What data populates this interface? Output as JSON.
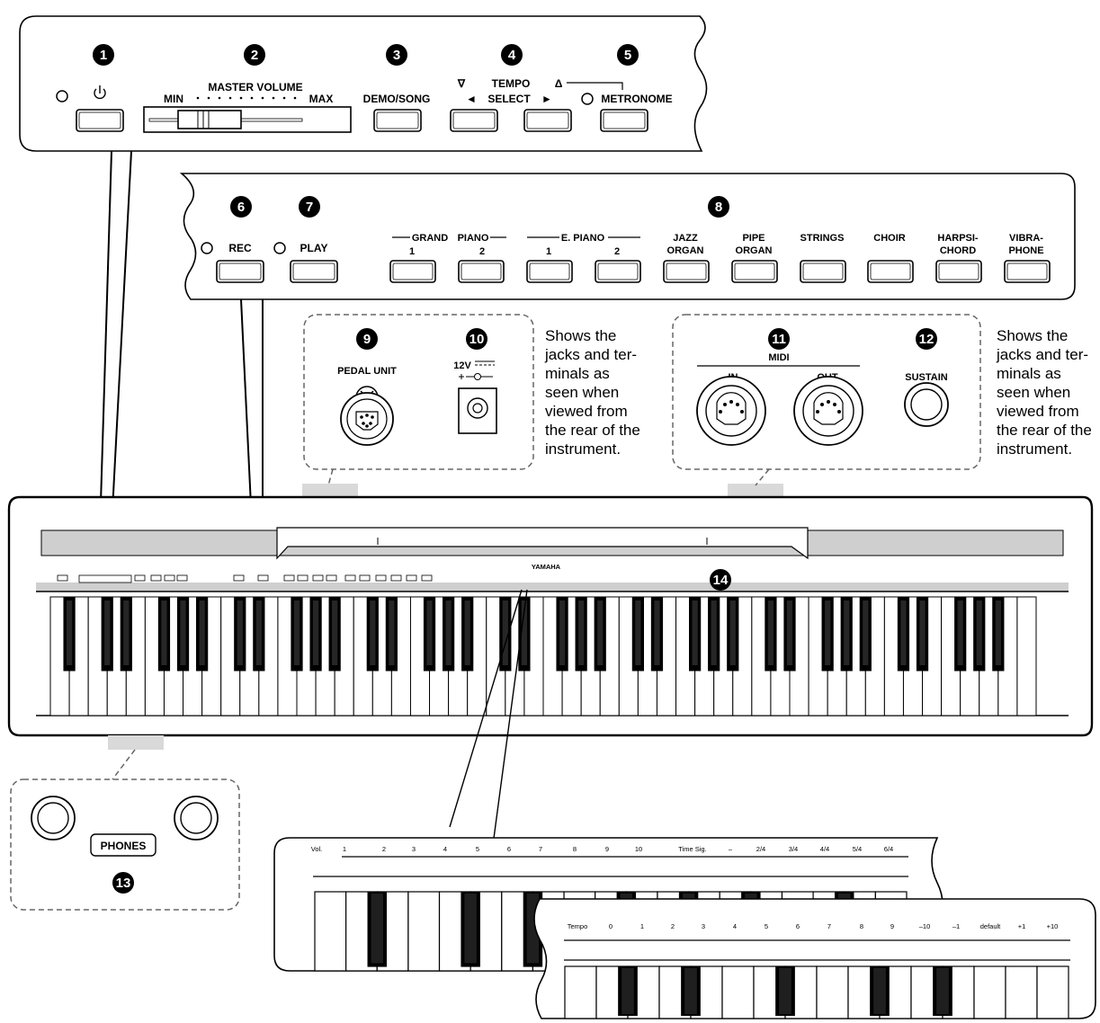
{
  "numbers": [
    "1",
    "2",
    "3",
    "4",
    "5",
    "6",
    "7",
    "8",
    "9",
    "10",
    "11",
    "12",
    "13",
    "14"
  ],
  "top_panel": {
    "master_volume": "MASTER VOLUME",
    "min": "MIN",
    "max": "MAX",
    "demo_song": "DEMO/SONG",
    "tempo": "TEMPO",
    "select": "SELECT",
    "metronome": "METRONOME",
    "power_icon": "power-icon",
    "down_triangle": "∇",
    "up_triangle": "Δ",
    "left_arrow": "◄",
    "right_arrow": "►"
  },
  "voice_panel": {
    "rec": "REC",
    "play": "PLAY",
    "grand": "GRAND",
    "piano": "PIANO",
    "e_piano": "E. PIANO",
    "one": "1",
    "two": "2",
    "jazz": "JAZZ",
    "organ": "ORGAN",
    "pipe": "PIPE",
    "strings": "STRINGS",
    "choir": "CHOIR",
    "harpsi": "HARPSI-",
    "chord": "CHORD",
    "vibra": "VIBRA-",
    "phone": "PHONE"
  },
  "rear_jacks": {
    "pedal_unit": "PEDAL UNIT",
    "dc_in": "12V",
    "midi": "MIDI",
    "in": "IN",
    "out": "OUT",
    "sustain": "SUSTAIN",
    "caption_lines": [
      "Shows the",
      "jacks and ter-",
      "minals as",
      "seen when",
      "viewed from",
      "the rear of the",
      "instrument."
    ]
  },
  "piano": {
    "logo": "YAMAHA"
  },
  "phones": {
    "label": "PHONES"
  },
  "detail_upper": {
    "labels": [
      "Vol.",
      "1",
      "2",
      "3",
      "4",
      "5",
      "6",
      "7",
      "8",
      "9",
      "10",
      "Time Sig.",
      "–",
      "2/4",
      "3/4",
      "4/4",
      "5/4",
      "6/4"
    ]
  },
  "detail_lower": {
    "labels": [
      "Tempo",
      "0",
      "1",
      "2",
      "3",
      "4",
      "5",
      "6",
      "7",
      "8",
      "9",
      "–10",
      "–1",
      "default",
      "+1",
      "+10"
    ]
  }
}
